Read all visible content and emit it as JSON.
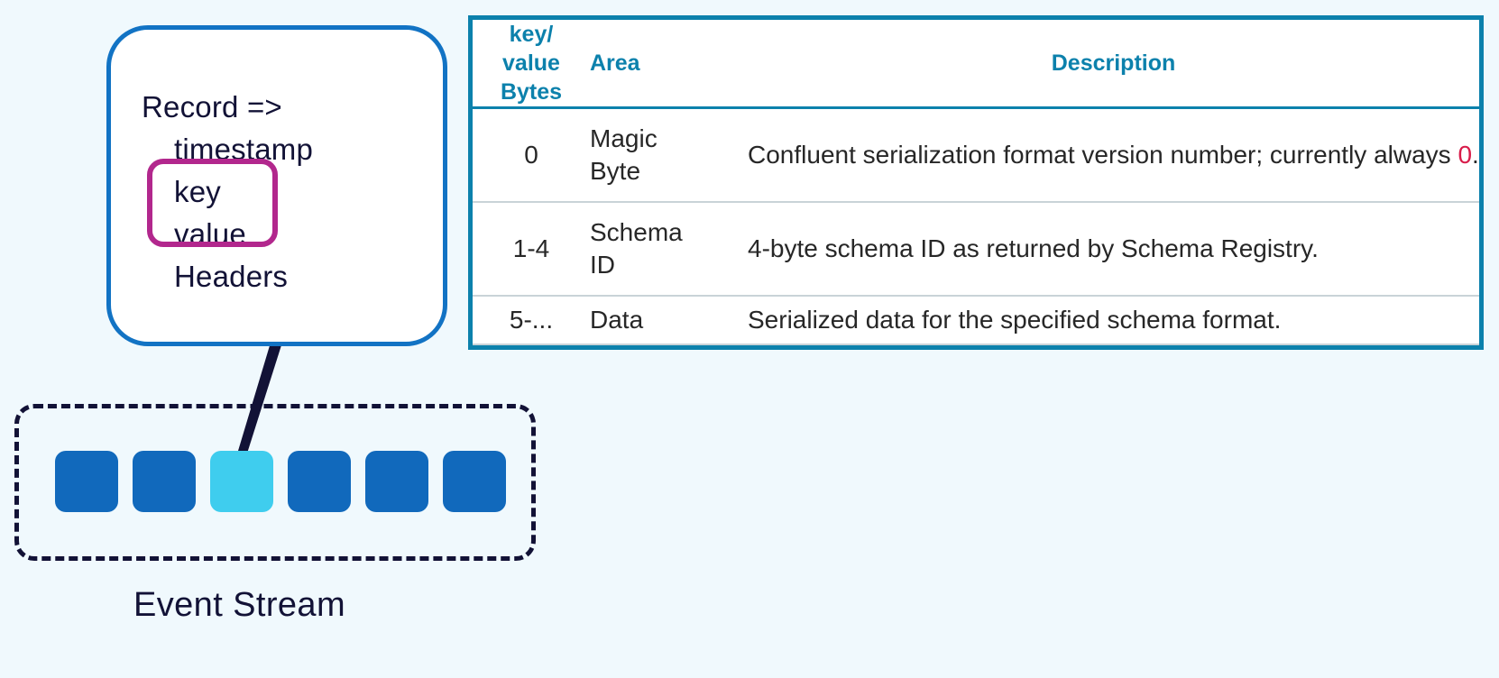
{
  "colors": {
    "background": "#F0F9FD",
    "bubble_border": "#1273C4",
    "highlight_border": "#B2278D",
    "table_border": "#0C81AC",
    "table_header_text": "#0C81AC",
    "record_blue": "#1169BC",
    "record_cyan": "#3FCDEE",
    "dark_navy": "#121236",
    "magic_zero_red": "#D81C4A",
    "row_divider": "#C9D3D8"
  },
  "callout": {
    "lines": [
      "Record =>",
      "timestamp",
      "key",
      "value",
      "Headers"
    ],
    "title": "Record =>",
    "timestamp": "timestamp",
    "key": "key",
    "value": "value",
    "headers": "Headers",
    "highlight_target": "key/value"
  },
  "event_stream": {
    "label": "Event Stream",
    "records": [
      {
        "index": 1,
        "state": "normal"
      },
      {
        "index": 2,
        "state": "normal"
      },
      {
        "index": 3,
        "state": "highlighted"
      },
      {
        "index": 4,
        "state": "normal"
      },
      {
        "index": 5,
        "state": "normal"
      },
      {
        "index": 6,
        "state": "normal"
      }
    ],
    "record_count": 6,
    "highlighted_index": 3
  },
  "table": {
    "headers": {
      "bytes_line1": "key/",
      "bytes_line2": "value",
      "bytes_line3": "Bytes",
      "area": "Area",
      "description": "Description"
    },
    "rows": [
      {
        "bytes": "0",
        "area_line1": "Magic",
        "area_line2": "Byte",
        "desc_prefix": "Confluent serialization format version number; currently always ",
        "desc_highlight": "0",
        "desc_suffix": "."
      },
      {
        "bytes": "1-4",
        "area_line1": "Schema",
        "area_line2": "ID",
        "desc_prefix": "4-byte schema ID as returned by Schema Registry.",
        "desc_highlight": "",
        "desc_suffix": ""
      },
      {
        "bytes": "5-...",
        "area_line1": "Data",
        "area_line2": "",
        "desc_prefix": "Serialized data for the specified schema format.",
        "desc_highlight": "",
        "desc_suffix": ""
      }
    ]
  }
}
